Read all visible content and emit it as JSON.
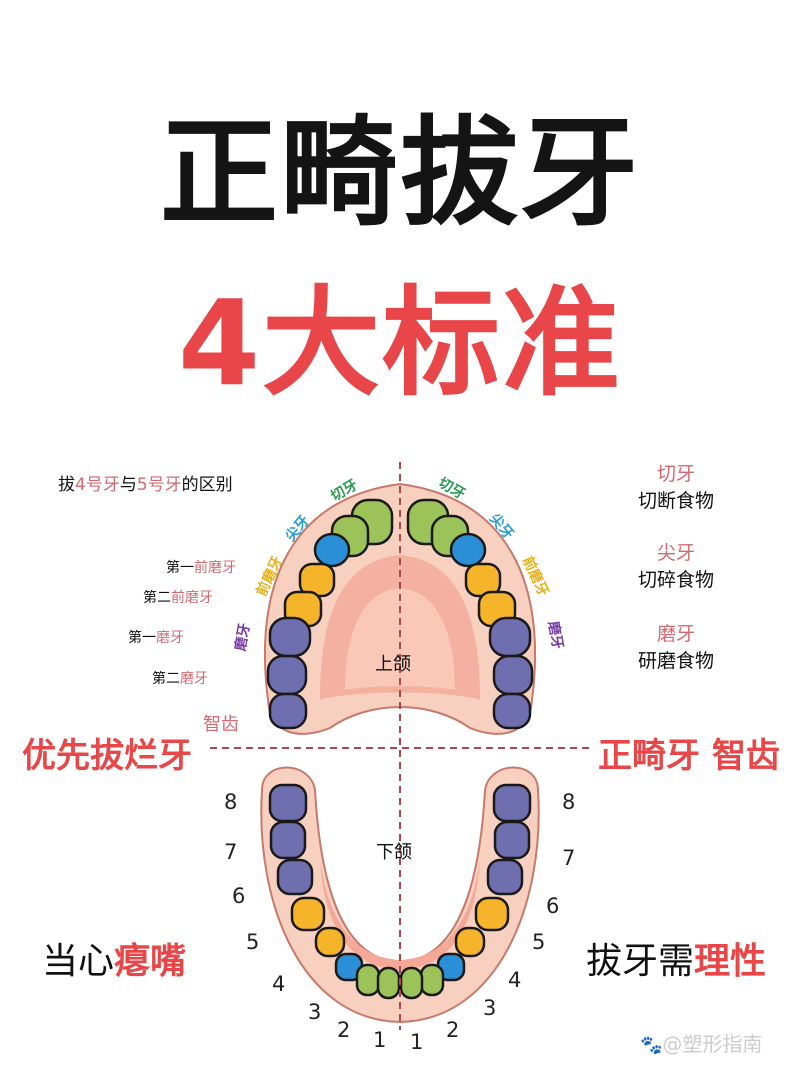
{
  "title": {
    "line1": "正畸拔牙",
    "line2": "4大标准"
  },
  "diagram": {
    "heading": {
      "prefix": "拔",
      "a": "4号牙",
      "mid": "与",
      "b": "5号牙",
      "suffix": "的区别"
    },
    "upper_jaw_label": "上颌",
    "lower_jaw_label": "下颌",
    "arc_labels": {
      "incisor": "切牙",
      "canine": "尖牙",
      "premolar": "前磨牙",
      "molar": "磨牙"
    },
    "left_labels": [
      {
        "prefix": "第一",
        "name": "前磨牙"
      },
      {
        "prefix": "第二",
        "name": "前磨牙"
      },
      {
        "prefix": "第一",
        "name": "磨牙"
      },
      {
        "prefix": "第二",
        "name": "磨牙"
      },
      {
        "prefix": "",
        "name": "智齿"
      }
    ],
    "legend": [
      {
        "type": "切牙",
        "desc": "切断食物"
      },
      {
        "type": "尖牙",
        "desc": "切碎食物"
      },
      {
        "type": "磨牙",
        "desc": "研磨食物"
      }
    ],
    "numbers_left": [
      "8",
      "7",
      "6",
      "5",
      "4",
      "3",
      "2",
      "1"
    ],
    "numbers_right": [
      "8",
      "7",
      "6",
      "5",
      "4",
      "3",
      "2",
      "1"
    ],
    "colors": {
      "incisor": "#9cc35a",
      "canine": "#2a8fd6",
      "premolar": "#f6b42a",
      "molar": "#6f6fb0",
      "gum": "#f7cbb9",
      "gum_edge": "#c77a6c",
      "accent": "#e84648"
    }
  },
  "standards": {
    "s1": "优先拔烂牙",
    "s2": "正畸牙 智齿",
    "s3": {
      "black": "当心",
      "red": "瘪嘴"
    },
    "s4": {
      "black": "拔牙需",
      "red": "理性"
    }
  },
  "watermark": "@塑形指南"
}
